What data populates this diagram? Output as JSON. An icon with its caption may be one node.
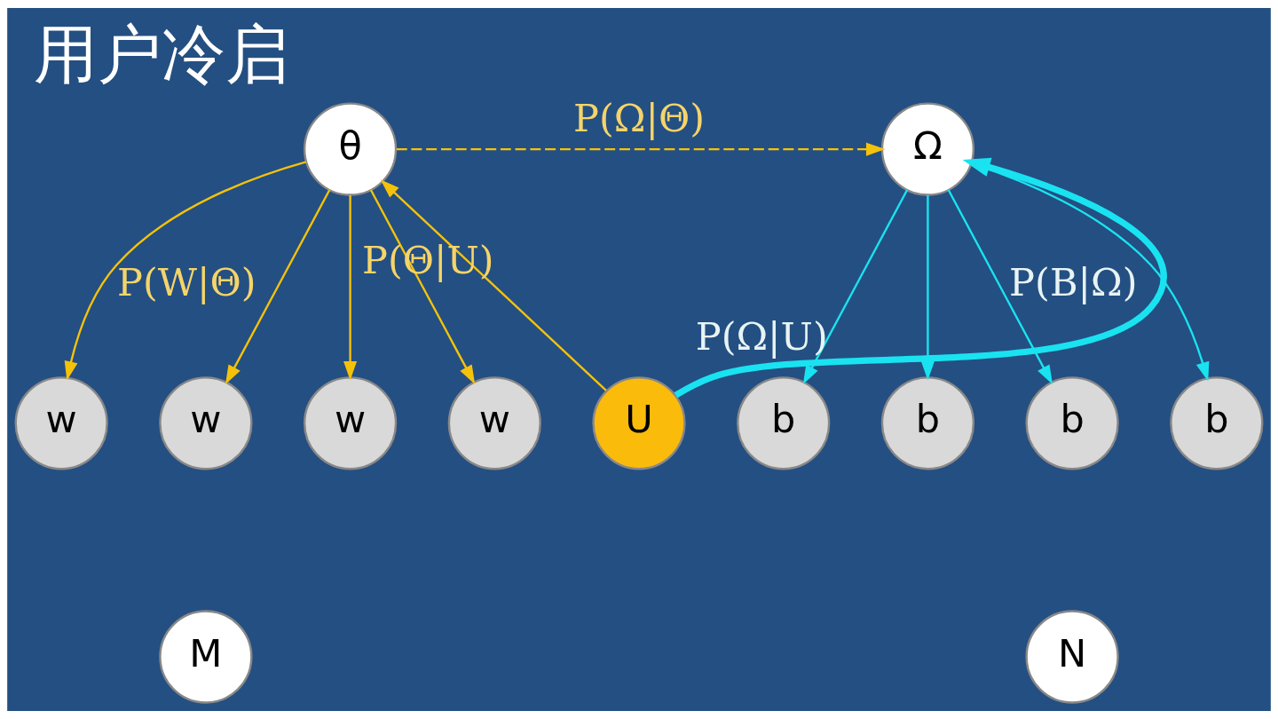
{
  "diagram": {
    "title": "用户冷启",
    "nodes": [
      {
        "text": [
          "θ"
        ]
      },
      {
        "text": [
          "Ω"
        ]
      },
      {
        "text": [
          "w"
        ]
      },
      {
        "text": [
          "w"
        ]
      },
      {
        "text": [
          "w"
        ]
      },
      {
        "text": [
          "w"
        ]
      },
      {
        "text": [
          "U"
        ]
      },
      {
        "text": [
          "b"
        ]
      },
      {
        "text": [
          "b"
        ]
      },
      {
        "text": [
          "b"
        ]
      },
      {
        "text": [
          "b"
        ]
      },
      {
        "text": [
          "M"
        ]
      },
      {
        "text": [
          "N"
        ]
      }
    ],
    "edges": [
      {
        "from": 0,
        "to": 1,
        "arrow": "to",
        "style": "dashed",
        "label": "P(Ω|Θ)"
      },
      {
        "from": 0,
        "to": 2,
        "arrow": "to",
        "label": "P(W|Θ)"
      },
      {
        "from": 0,
        "to": 3,
        "arrow": "to"
      },
      {
        "from": 0,
        "to": 4,
        "arrow": "to"
      },
      {
        "from": 0,
        "to": 5,
        "arrow": "to"
      },
      {
        "from": 6,
        "to": 0,
        "arrow": "to",
        "label": "P(Θ|U)"
      },
      {
        "from": 6,
        "to": 1,
        "arrow": "to",
        "style": "thick",
        "color": "#19e3f0",
        "label": "P(Ω|U)"
      },
      {
        "from": 1,
        "to": 7,
        "arrow": "to",
        "color": "#19e3f0"
      },
      {
        "from": 1,
        "to": 8,
        "arrow": "to",
        "color": "#19e3f0"
      },
      {
        "from": 1,
        "to": 9,
        "arrow": "to",
        "color": "#19e3f0",
        "label": "P(B|Ω)"
      },
      {
        "from": 1,
        "to": 10,
        "arrow": "to",
        "color": "#19e3f0"
      }
    ]
  }
}
